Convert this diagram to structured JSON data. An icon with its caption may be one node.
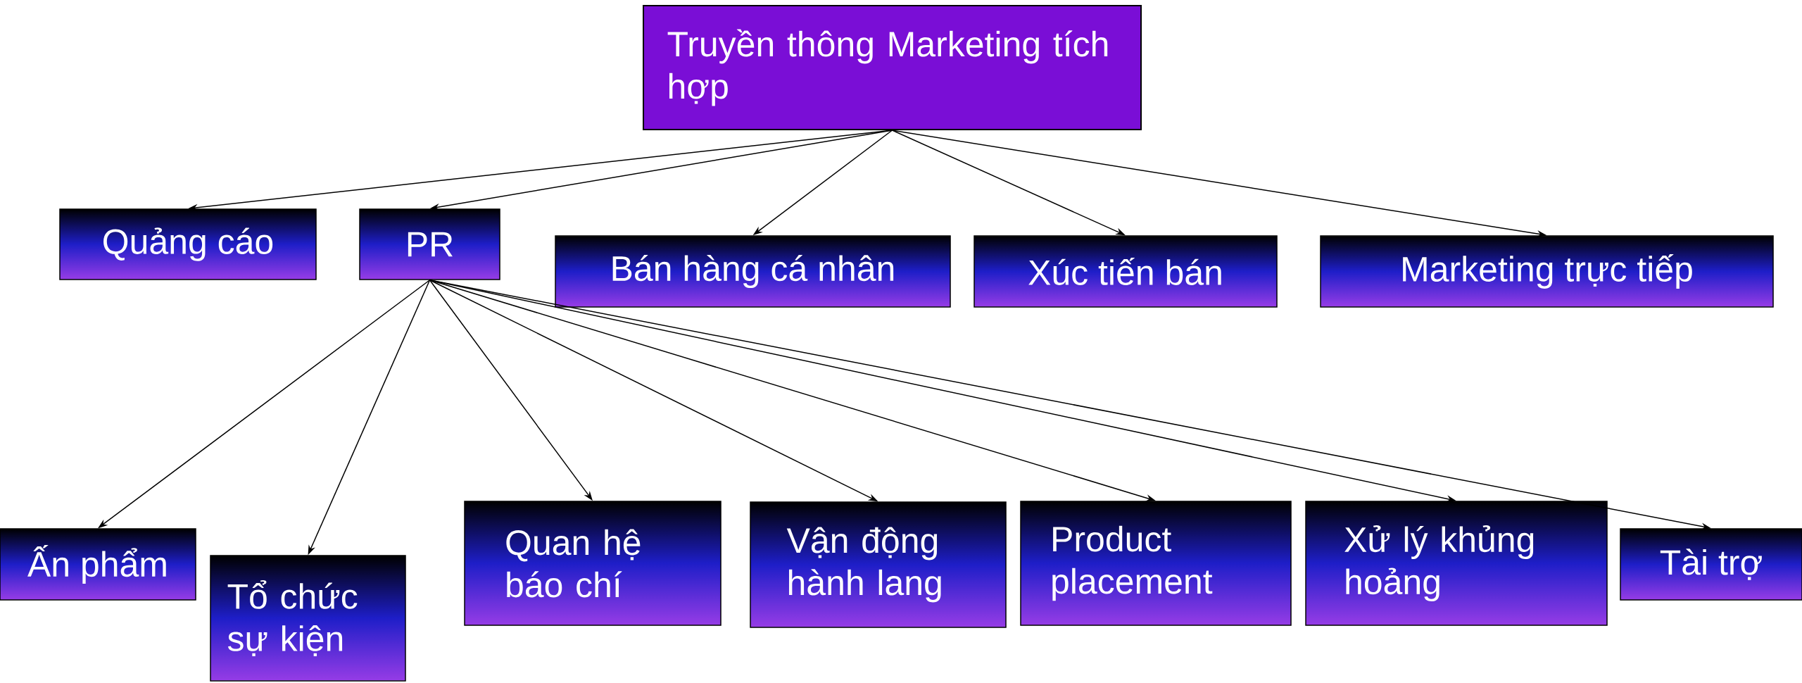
{
  "diagram": {
    "nodes": [
      {
        "text": [
          "Truyền thông Marketing tích hợp"
        ]
      },
      {
        "text": [
          "Quảng cáo"
        ]
      },
      {
        "text": [
          "PR"
        ]
      },
      {
        "text": [
          "Bán hàng cá nhân"
        ]
      },
      {
        "text": [
          "Xúc tiến bán"
        ]
      },
      {
        "text": [
          "Marketing trực tiếp"
        ]
      },
      {
        "text": [
          "Ấn phẩm"
        ]
      },
      {
        "text": [
          "Tổ chức sự kiện"
        ]
      },
      {
        "text": [
          "Quan hệ báo chí"
        ]
      },
      {
        "text": [
          "Vận động hành lang"
        ]
      },
      {
        "text": [
          "Product placement"
        ]
      },
      {
        "text": [
          "Xử lý khủng hoảng"
        ]
      },
      {
        "text": [
          "Tài trợ"
        ]
      }
    ],
    "edges": [
      {
        "from": 0,
        "to": 1,
        "arrow": "to"
      },
      {
        "from": 0,
        "to": 2,
        "arrow": "to"
      },
      {
        "from": 0,
        "to": 3,
        "arrow": "to"
      },
      {
        "from": 0,
        "to": 4,
        "arrow": "to"
      },
      {
        "from": 0,
        "to": 5,
        "arrow": "to"
      },
      {
        "from": 2,
        "to": 6,
        "arrow": "to"
      },
      {
        "from": 2,
        "to": 7,
        "arrow": "to"
      },
      {
        "from": 2,
        "to": 8,
        "arrow": "to"
      },
      {
        "from": 2,
        "to": 9,
        "arrow": "to"
      },
      {
        "from": 2,
        "to": 10,
        "arrow": "to"
      },
      {
        "from": 2,
        "to": 11,
        "arrow": "to"
      },
      {
        "from": 2,
        "to": 12,
        "arrow": "to"
      }
    ]
  }
}
